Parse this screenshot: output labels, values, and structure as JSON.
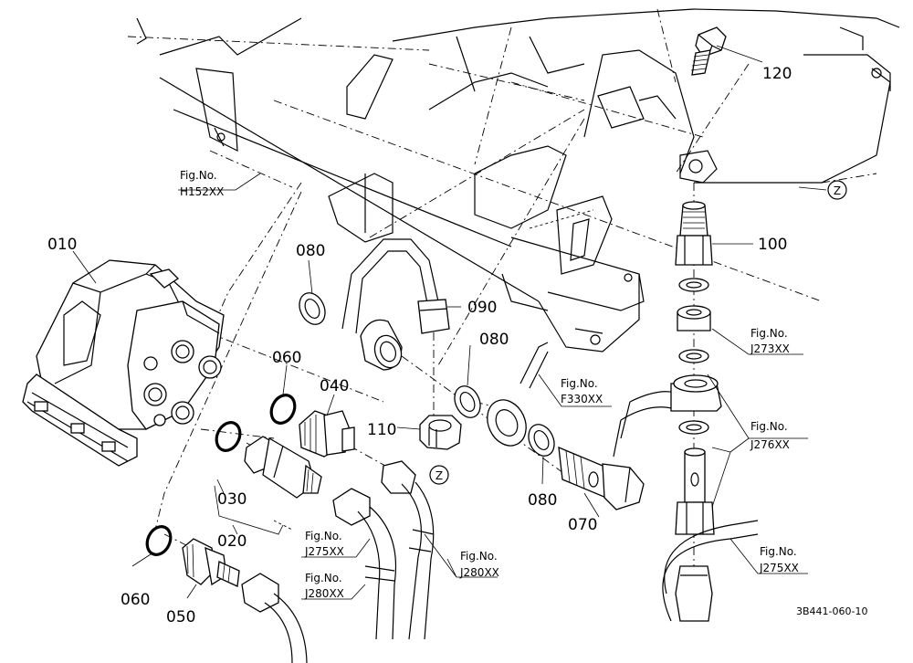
{
  "parts": {
    "p010": "010",
    "p020": "020",
    "p030": "030",
    "p040": "040",
    "p050": "050",
    "p060a": "060",
    "p060b": "060",
    "p070": "070",
    "p080a": "080",
    "p080b": "080",
    "p080c": "080",
    "p090": "090",
    "p100": "100",
    "p110": "110",
    "p120": "120"
  },
  "figrefs": {
    "h152": {
      "label": "Fig.No.",
      "code": "H152XX"
    },
    "j273": {
      "label": "Fig.No.",
      "code": "J273XX"
    },
    "f330": {
      "label": "Fig.No.",
      "code": "F330XX"
    },
    "j276": {
      "label": "Fig.No.",
      "code": "J276XX"
    },
    "j275a": {
      "label": "Fig.No.",
      "code": "J275XX"
    },
    "j275b": {
      "label": "Fig.No.",
      "code": "J275XX"
    },
    "j280a": {
      "label": "Fig.No.",
      "code": "J280XX"
    },
    "j280b": {
      "label": "Fig.No.",
      "code": "J280XX"
    }
  },
  "markers": {
    "z1": "Z",
    "z2": "Z"
  },
  "drawing_code": "3B441-060-10"
}
